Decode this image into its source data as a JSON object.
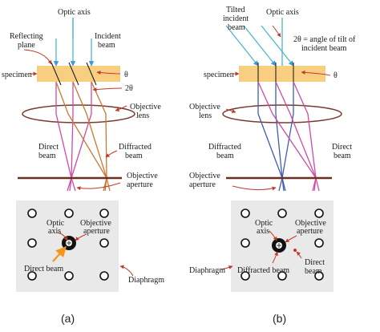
{
  "colors": {
    "specimen": "#f8cf80",
    "incident": "#4db6c9",
    "direct": "#d14aa6",
    "diffracted": "#c9782f",
    "blue_beam": "#3f5db4",
    "arrow": "#c0392b",
    "panel": "#e9e9e9",
    "aperture_hole": "#f7941d"
  },
  "panel_a": {
    "optic_axis": "Optic axis",
    "reflecting_plane_1": "Reflecting",
    "reflecting_plane_2": "plane",
    "incident_beam_1": "Incident",
    "incident_beam_2": "beam",
    "specimen": "specimen",
    "theta": "θ",
    "two_theta": "2θ",
    "objective_lens_1": "Objective",
    "objective_lens_2": "lens",
    "direct_beam_1": "Direct",
    "direct_beam_2": "beam",
    "diffracted_beam_1": "Diffracted",
    "diffracted_beam_2": "beam",
    "objective_aperture_1": "Objective",
    "objective_aperture_2": "aperture",
    "optic_axis_small_1": "Optic",
    "optic_axis_small_2": "axis",
    "obj_aperture_small_1": "Objective",
    "obj_aperture_small_2": "aperture",
    "direct_beam_small": "Direct beam",
    "diaphragm": "Diaphragm",
    "caption": "(a)"
  },
  "panel_b": {
    "tilted_1": "Tilted",
    "tilted_2": "incident",
    "tilted_3": "beam",
    "optic_axis": "Optic axis",
    "tilt_note_1": "2θ = angle of tilt of",
    "tilt_note_2": "incident beam",
    "specimen": "specimen",
    "theta": "θ",
    "objective_lens_1": "Objective",
    "objective_lens_2": "lens",
    "diffracted_beam_1": "Diffracted",
    "diffracted_beam_2": "beam",
    "direct_beam_1": "Direct",
    "direct_beam_2": "beam",
    "objective_aperture_1": "Objective",
    "objective_aperture_2": "aperture",
    "optic_axis_small_1": "Optic",
    "optic_axis_small_2": "axis",
    "obj_aperture_small_1": "Objective",
    "obj_aperture_small_2": "aperture",
    "diaphragm": "Diaphragm",
    "diffracted_beam_small": "Diffracted beam",
    "direct_beam_small_1": "Direct",
    "direct_beam_small_2": "beam",
    "caption": "(b)"
  }
}
